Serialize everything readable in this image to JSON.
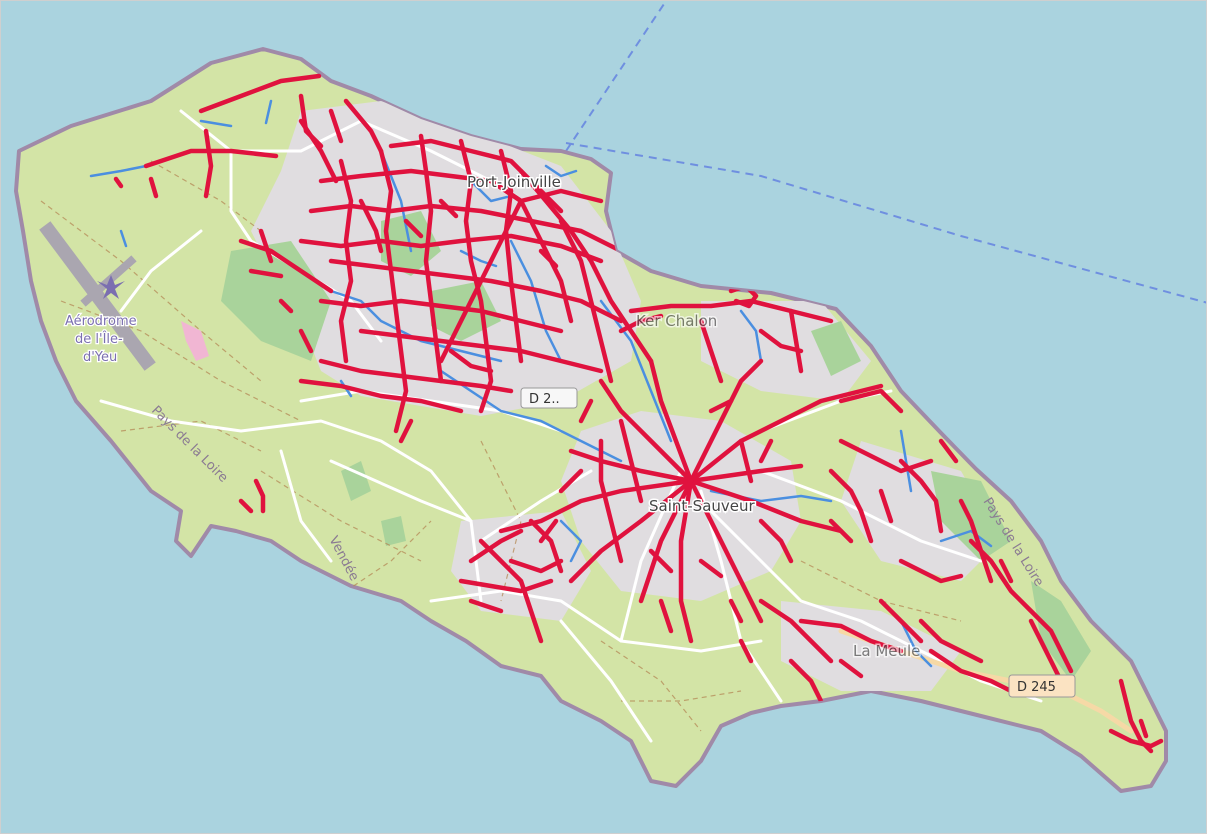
{
  "map": {
    "colors": {
      "sea": "#aad3df",
      "land": "#d3e4a6",
      "urban": "#e0dde0",
      "forest": "#a9d39b",
      "coast": "#a08aa8",
      "network_primary": "#e0123e",
      "network_secondary": "#4b8fe0",
      "ferry": "#6f8fe0",
      "road_major": "#f6d9a6"
    },
    "labels": {
      "port_joinville": "Port-Joinville",
      "saint_sauveur": "Saint-Sauveur",
      "aerodrome_line1": "Aérodrome",
      "aerodrome_line2": "de l'Île-",
      "aerodrome_line3": "d'Yeu",
      "pays_de_la_loire_west": "Pays de la Loire",
      "pays_de_la_loire_east": "Pays de la Loire",
      "vendee": "Vendée",
      "road_d": "D 2..",
      "road_d245": "D 245",
      "ker_chalon": "Ker Chalon",
      "la_meule": "La Meule"
    }
  }
}
